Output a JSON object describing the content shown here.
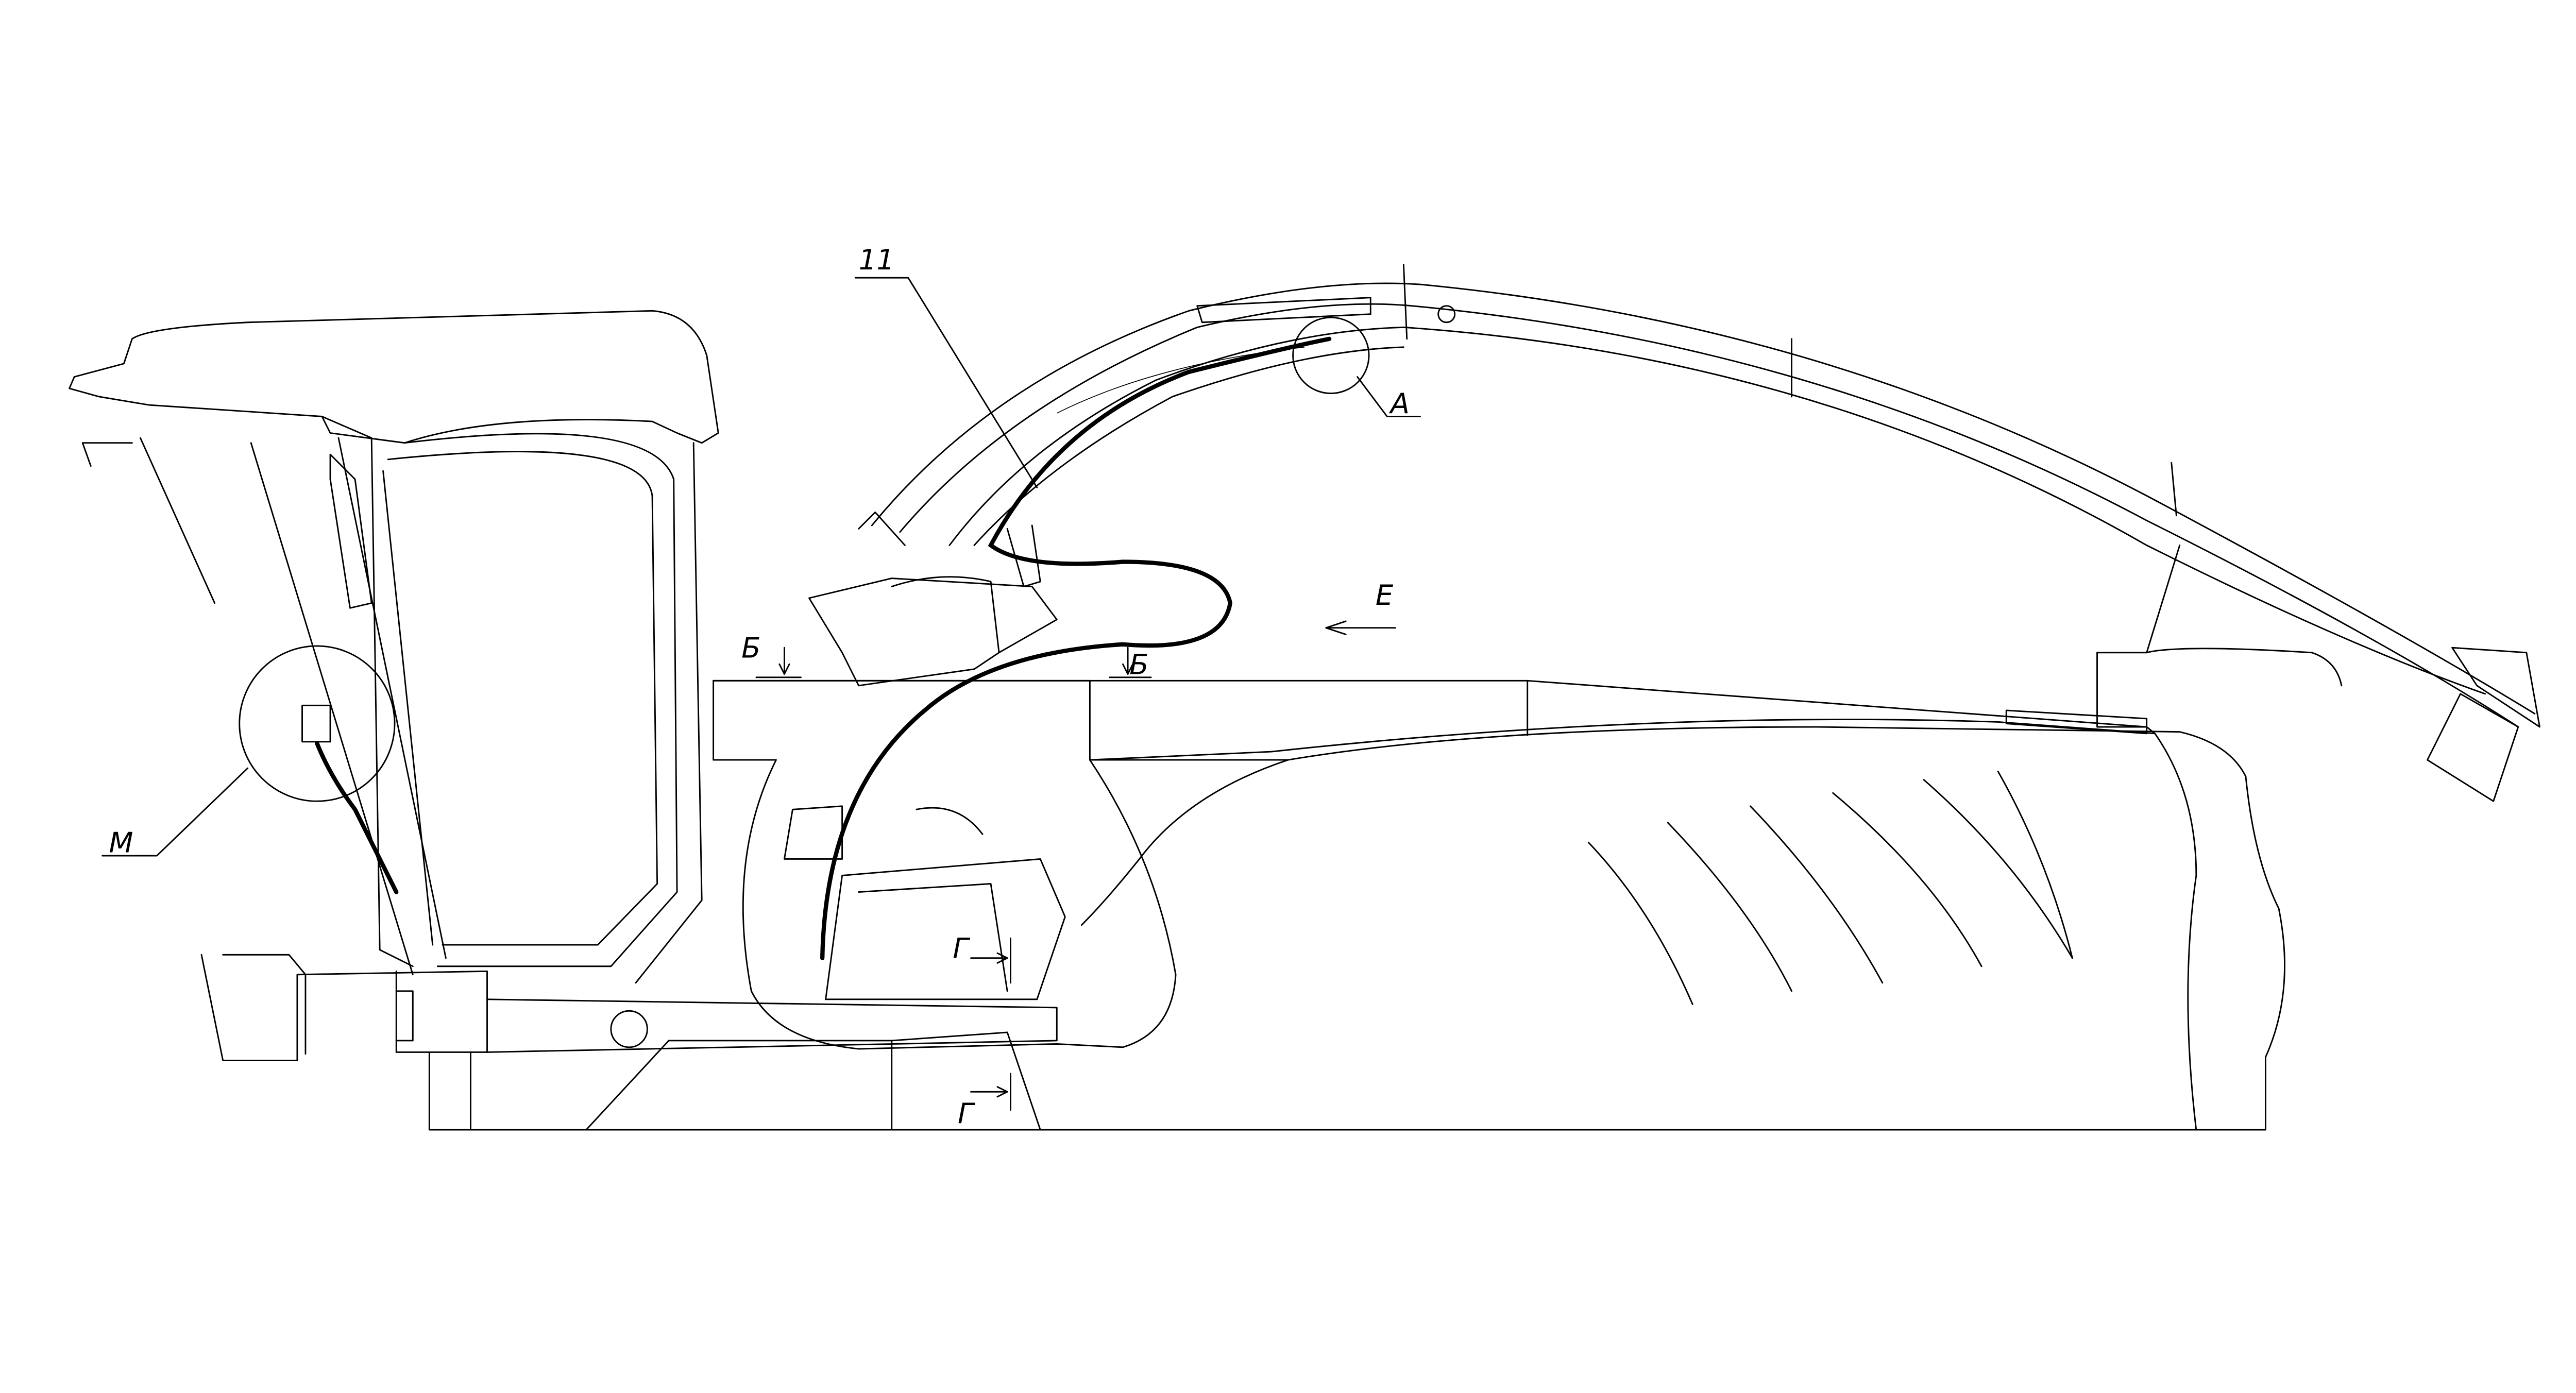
{
  "drawing": {
    "labels": {
      "item_11": "11",
      "view_a": "А",
      "view_e": "Е",
      "section_b_left": "Б",
      "section_b_right": "Б",
      "view_m": "М",
      "section_g_upper": "Г",
      "section_g_lower": "Г"
    }
  }
}
